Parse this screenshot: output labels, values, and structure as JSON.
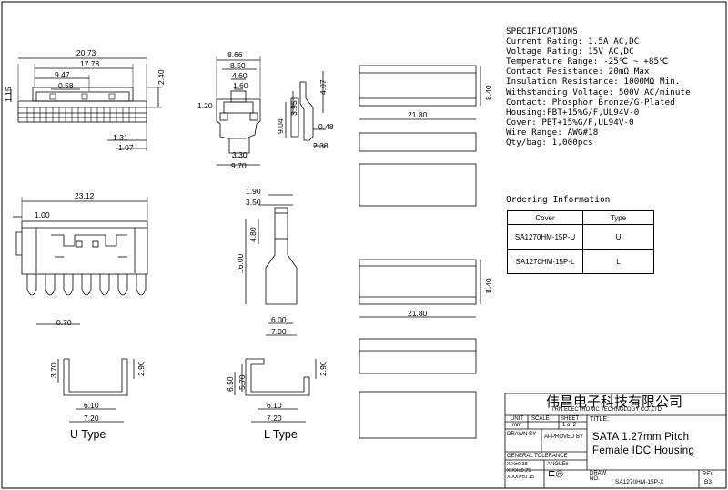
{
  "specifications": {
    "title": "SPECIFICATIONS",
    "lines": [
      "Current Rating: 1.5A AC,DC",
      "Voltage Rating: 15V AC,DC",
      "Temperature Range: -25℃ ~ +85℃",
      "Contact Resistance: 20mΩ Max.",
      "Insulation Resistance: 1000MΩ Min.",
      "Withstanding Voltage: 500V AC/minute",
      "Contact: Phosphor Bronze/G-Plated",
      "Housing:PBT+15%G/F,UL94V-0",
      "Cover: PBT+15%G/F,UL94V-0",
      "Wire Range: AWG#18",
      "Qty/bag: 1,000pcs"
    ]
  },
  "ordering": {
    "title": "Ordering Information",
    "headers": [
      "Cover",
      "Type"
    ],
    "rows": [
      [
        "SA1270HM-15P-U",
        "U"
      ],
      [
        "SA1270HM-15P-L",
        "L"
      ]
    ]
  },
  "dimensions": {
    "front_top": [
      "20.73",
      "17.78",
      "9.47",
      "0.58",
      "2.40",
      "1.15",
      "1.31",
      "1.07"
    ],
    "side_top": [
      "8.66",
      "8.50",
      "4.60",
      "1.60",
      "1.20",
      "3.30",
      "9.70"
    ],
    "profile": [
      "4.07",
      "3.95",
      "9.04",
      "0.48",
      "2.38"
    ],
    "plan_top": [
      "21.80",
      "8.40"
    ],
    "front_bottom": [
      "23.12",
      "1.00",
      "0.70"
    ],
    "side_bottom": [
      "1.90",
      "3.50",
      "4.80",
      "16.00",
      "6.00",
      "7.00"
    ],
    "plan_bottom": [
      "21.80",
      "8.40"
    ],
    "u_type": [
      "3.70",
      "2.90",
      "6.10",
      "7.20"
    ],
    "l_type": [
      "6.50",
      "5.70",
      "2.90",
      "6.10",
      "7.20"
    ]
  },
  "type_labels": {
    "u": "U Type",
    "l": "L Type"
  },
  "title_block": {
    "company_cn": "伟昌电子科技有限公司",
    "company_en": "TRN ELECTRONIC TECHNOLOGY CO.,LTD",
    "unit_label": "UNIT",
    "scale_label": "SCALE",
    "sheet_label": "SHEET",
    "unit_value": "mm",
    "sheet_value": "1 of 2",
    "title_label": "TITLE:",
    "drawn_by": "DRAWN BY",
    "approved_by": "APPROVED BY",
    "general_tolerance": "GENERAL TOLERANCE",
    "tol_1": "X.X±0.38",
    "tol_2": "X.XX±0.25",
    "tol_3": "X.XXX±0.15",
    "angle": "ANGLE±",
    "title_line1": "SATA 1.27mm Pitch",
    "title_line2": "Female IDC Housing",
    "draw_no_label": "DRAW NO.",
    "draw_no_value": "SA1270HM-15P-X",
    "rev_label": "REV.",
    "rev_value": "B3"
  }
}
